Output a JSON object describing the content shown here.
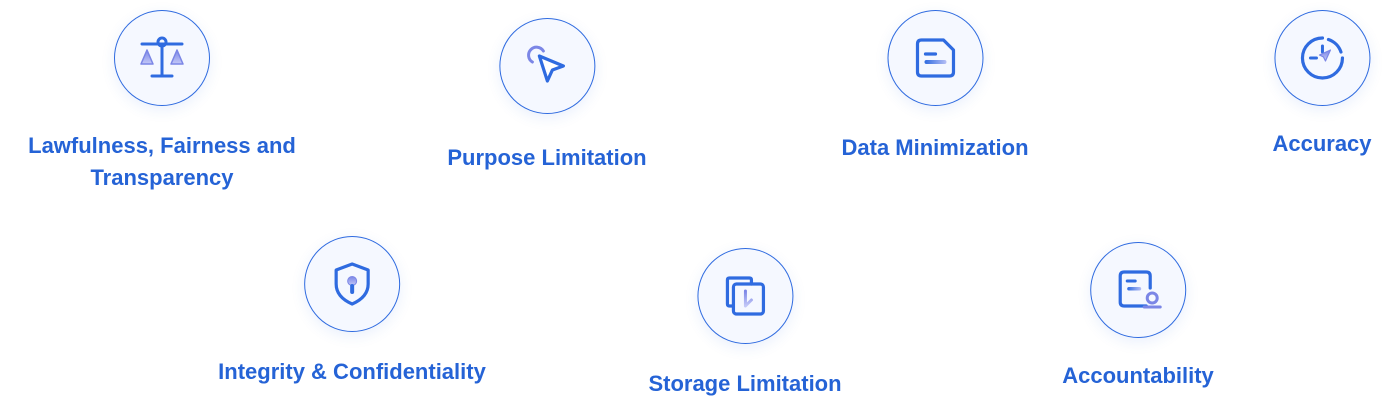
{
  "colors": {
    "accent": "#2563d6",
    "icon_stroke": "#2f6be0",
    "icon_gradient_light": "#a9b4f2",
    "circle_fill": "#f5f8ff"
  },
  "principles": [
    {
      "label": "Lawfulness, Fairness and Transparency",
      "icon": "scales-icon"
    },
    {
      "label": "Purpose Limitation",
      "icon": "cursor-pointer-icon"
    },
    {
      "label": "Data Minimization",
      "icon": "document-minimize-icon"
    },
    {
      "label": "Accuracy",
      "icon": "compass-target-icon"
    },
    {
      "label": "Integrity & Confidentiality",
      "icon": "shield-keyhole-icon"
    },
    {
      "label": "Storage Limitation",
      "icon": "storage-download-icon"
    },
    {
      "label": "Accountability",
      "icon": "document-user-icon"
    }
  ]
}
